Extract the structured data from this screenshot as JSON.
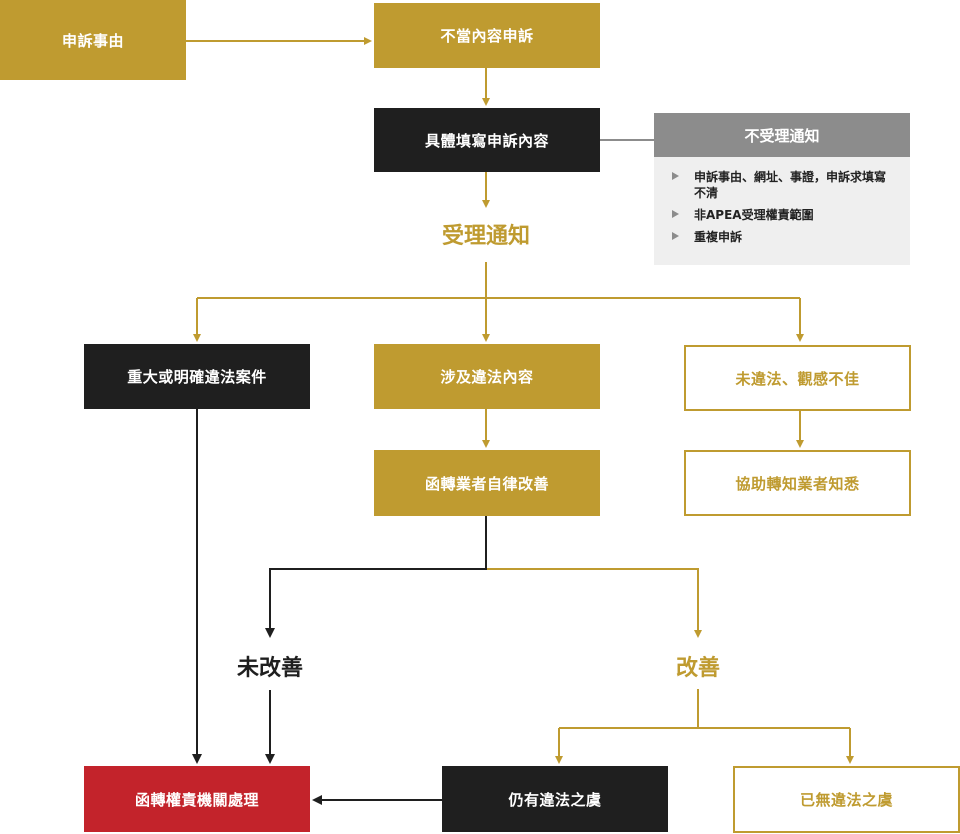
{
  "nodes": {
    "complaint_reason": "申訴事由",
    "improper_content": "不當內容申訴",
    "fill_details": "具體填寫申訴內容",
    "accept_notice": "受理通知",
    "major_illegal": "重大或明確違法案件",
    "involves_illegal": "涉及違法內容",
    "not_illegal": "未違法、觀感不佳",
    "forward_self_regulation": "函轉業者自律改善",
    "assist_notify": "協助轉知業者知悉",
    "not_improved": "未改善",
    "improved": "改善",
    "refer_authority": "函轉權責機關處理",
    "still_illegal": "仍有違法之虞",
    "no_longer_illegal": "已無違法之虞"
  },
  "rejection": {
    "title": "不受理通知",
    "items": [
      "申訴事由、網址、事證，申訴求填寫不清",
      "非APEA受理權責範圍",
      "重複申訴"
    ]
  },
  "colors": {
    "gold": "#bf9b30",
    "black": "#1f1f1f",
    "red": "#c3232b",
    "grey_header": "#8c8c8c",
    "grey_panel": "#efefef"
  }
}
